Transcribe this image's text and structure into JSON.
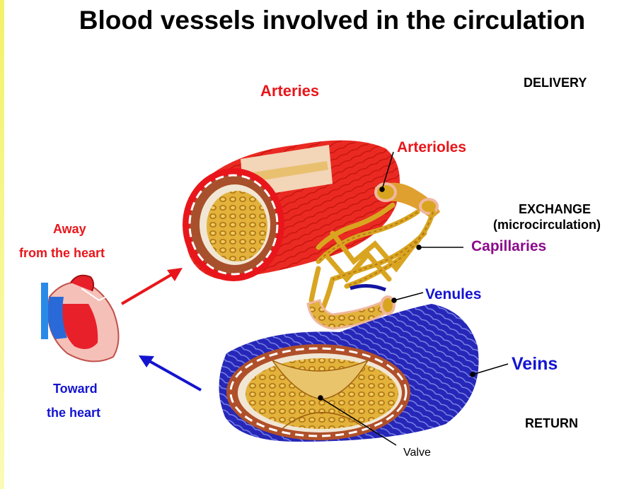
{
  "title": "Blood vessels involved in the circulation",
  "vessels": {
    "arteries": "Arteries",
    "arterioles": "Arterioles",
    "capillaries": "Capillaries",
    "venules": "Venules",
    "veins": "Veins",
    "valve": "Valve"
  },
  "stages": {
    "delivery": "DELIVERY",
    "exchange_line1": "EXCHANGE",
    "exchange_line2": "(microcirculation)",
    "return": "RETURN"
  },
  "directions": {
    "away_line1": "Away",
    "away_line2": "from the heart",
    "toward_line1": "Toward",
    "toward_line2": "the heart"
  },
  "colors": {
    "artery": "#e8161b",
    "vein": "#1414d0",
    "capillary": "#8b0a8b",
    "gold": "#d9a520"
  }
}
